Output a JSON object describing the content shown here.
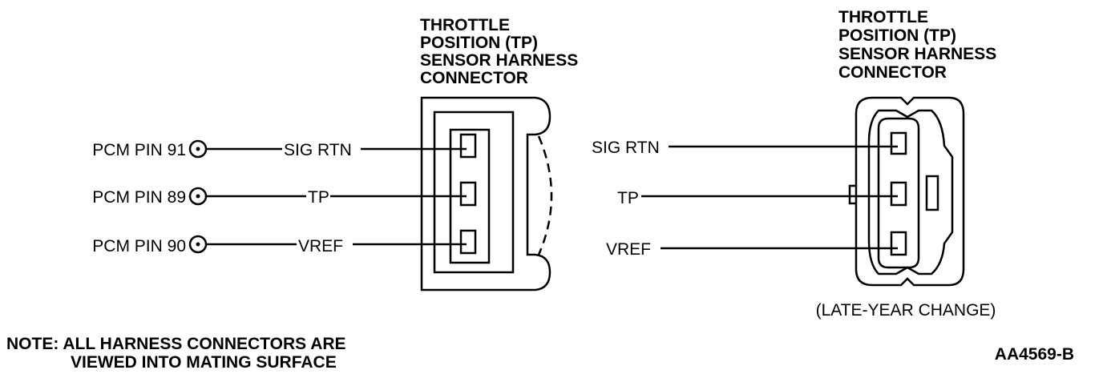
{
  "left_connector": {
    "title_lines": [
      "THROTTLE",
      "POSITION (TP)",
      "SENSOR HARNESS",
      "CONNECTOR"
    ],
    "pins": [
      {
        "pcm_label": "PCM PIN 91",
        "signal": "SIG RTN"
      },
      {
        "pcm_label": "PCM PIN 89",
        "signal": "TP"
      },
      {
        "pcm_label": "PCM PIN 90",
        "signal": "VREF"
      }
    ]
  },
  "right_connector": {
    "title_lines": [
      "THROTTLE",
      "POSITION (TP)",
      "SENSOR HARNESS",
      "CONNECTOR"
    ],
    "pins": [
      {
        "signal": "SIG RTN"
      },
      {
        "signal": "TP"
      },
      {
        "signal": "VREF"
      }
    ],
    "caption": "(LATE-YEAR CHANGE)"
  },
  "note": {
    "line1": "NOTE: ALL HARNESS CONNECTORS ARE",
    "line2": "VIEWED INTO MATING SURFACE"
  },
  "figure_id": "AA4569-B"
}
